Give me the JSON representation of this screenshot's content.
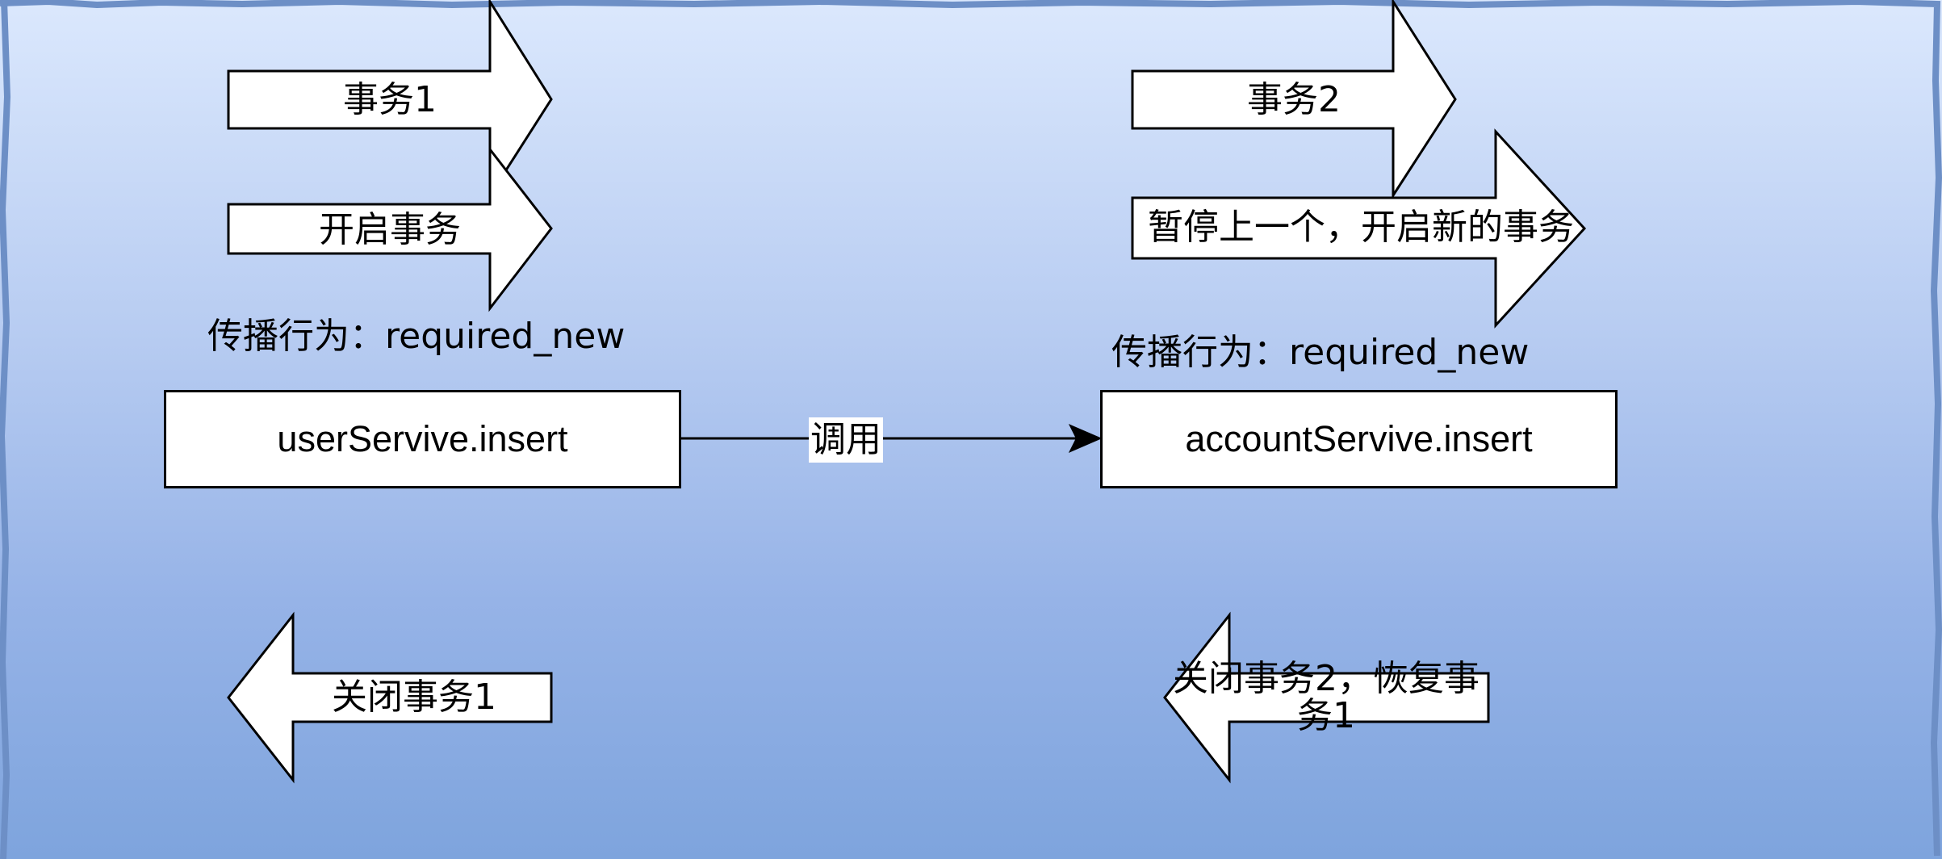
{
  "diagram": {
    "left": {
      "transaction_label": "事务1",
      "open_label": "开启事务",
      "propagation": "传播行为：required_new",
      "service": "userServive.insert",
      "close_label": "关闭事务1"
    },
    "right": {
      "transaction_label": "事务2",
      "suspend_label": "暂停上一个，开启新的事务",
      "propagation": "传播行为：required_new",
      "service": "accountServive.insert",
      "close_label": "关闭事务2，恢复事务1"
    },
    "call_label": "调用"
  }
}
